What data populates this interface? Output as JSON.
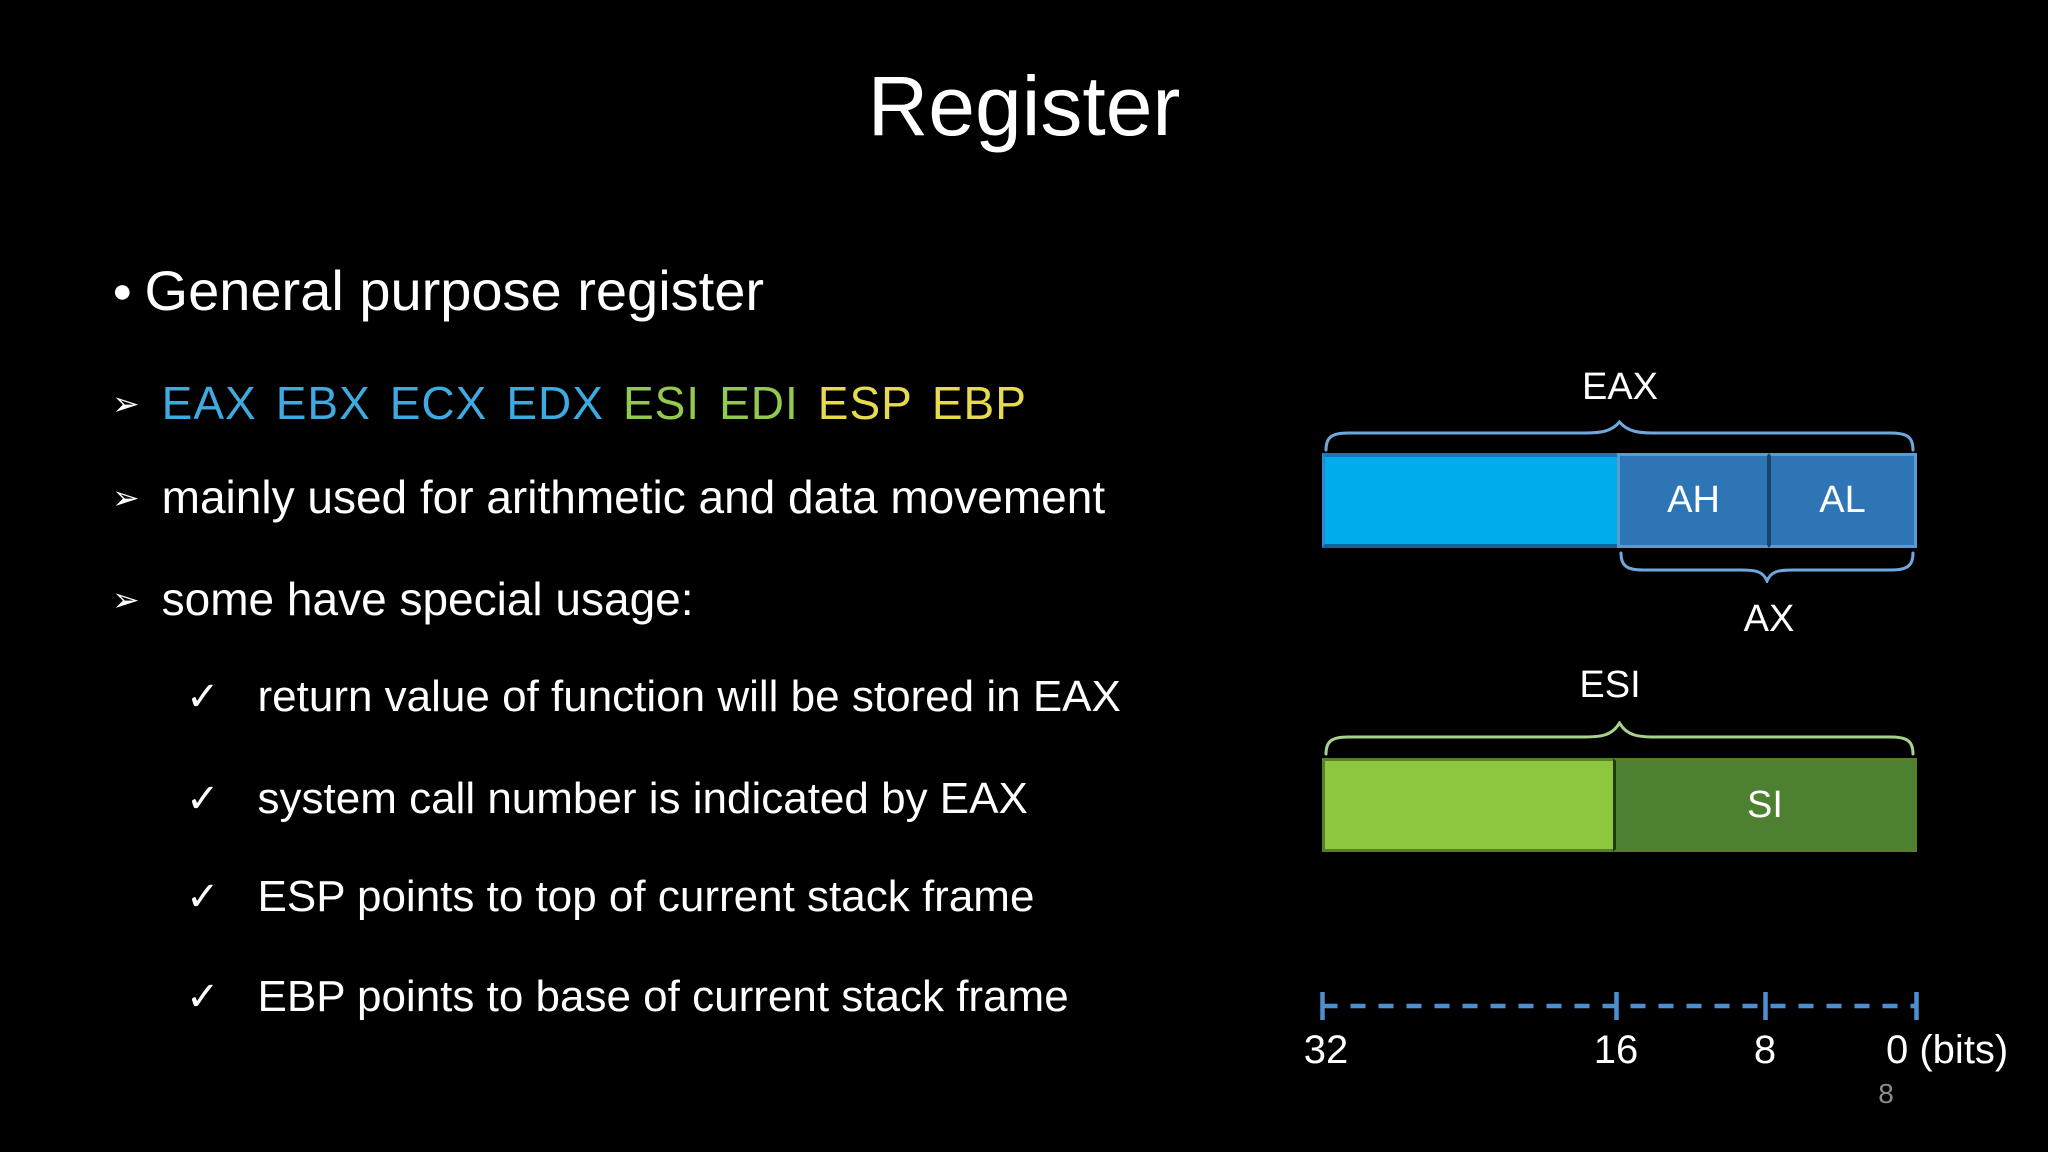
{
  "slide": {
    "title": "Register",
    "page_number": "8"
  },
  "content": {
    "heading": {
      "marker": "●",
      "text": "General purpose register"
    },
    "registers_line": {
      "marker": "➢",
      "items": [
        {
          "name": "EAX",
          "color": "blue"
        },
        {
          "name": "EBX",
          "color": "blue"
        },
        {
          "name": "ECX",
          "color": "blue"
        },
        {
          "name": "EDX",
          "color": "blue"
        },
        {
          "name": "ESI",
          "color": "green"
        },
        {
          "name": "EDI",
          "color": "green"
        },
        {
          "name": "ESP",
          "color": "yellow"
        },
        {
          "name": "EBP",
          "color": "yellow"
        }
      ]
    },
    "arrow_items": [
      {
        "marker": "➢",
        "text": "mainly used for arithmetic and data movement"
      },
      {
        "marker": "➢",
        "text": "some have special usage:"
      }
    ],
    "check_items": [
      {
        "marker": "✓",
        "text": "return value of function will be stored in EAX"
      },
      {
        "marker": "✓",
        "text": "system call number is indicated by EAX"
      },
      {
        "marker": "✓",
        "text": "ESP points to top of current stack frame"
      },
      {
        "marker": "✓",
        "text": "EBP points to base of current stack frame"
      }
    ]
  },
  "diagram": {
    "eax_register": {
      "label": "EAX",
      "ah_label": "AH",
      "al_label": "AL",
      "ax_label": "AX"
    },
    "esi_register": {
      "label": "ESI",
      "si_label": "SI"
    },
    "bit_ruler": {
      "tick_32": "32",
      "tick_16": "16",
      "tick_8": "8",
      "tick_0": "0 (bits)"
    }
  },
  "colors": {
    "background": "#000000",
    "text": "#ffffff",
    "reg_blue": "#3FA9E1",
    "reg_green": "#93C94E",
    "reg_yellow": "#E6DA4E",
    "bar_cyan": "#00ACEC",
    "bar_cyan_border": "#1977C2",
    "bar_cyan_border_dark": "#0E62A0",
    "bar_steel_blue": "#2E75B6",
    "bar_steel_border": "#5B9BD5",
    "bar_dark_gap": "#17456B",
    "brace_blue": "#71A8DC",
    "bar_light_green": "#8DC63F",
    "bar_dark_green": "#4E8032",
    "green_border": "#567F28",
    "green_gap": "#1F3A10",
    "brace_green": "#A9D18E",
    "ruler_blue": "#4E8FD0",
    "page_number_gray": "#8C8C8C"
  }
}
